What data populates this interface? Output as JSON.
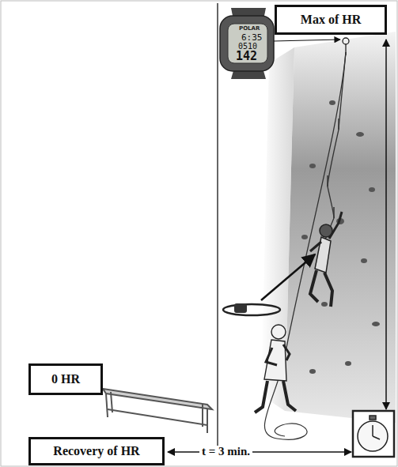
{
  "diagram": {
    "nodes": [
      {
        "text": [
          "Max of HR"
        ]
      },
      {
        "text": [
          "0 HR"
        ]
      },
      {
        "text": [
          "Recovery of HR"
        ]
      }
    ],
    "labels": [
      "POLAR",
      "6:35",
      "0510",
      "142",
      "t = 3 min."
    ]
  }
}
